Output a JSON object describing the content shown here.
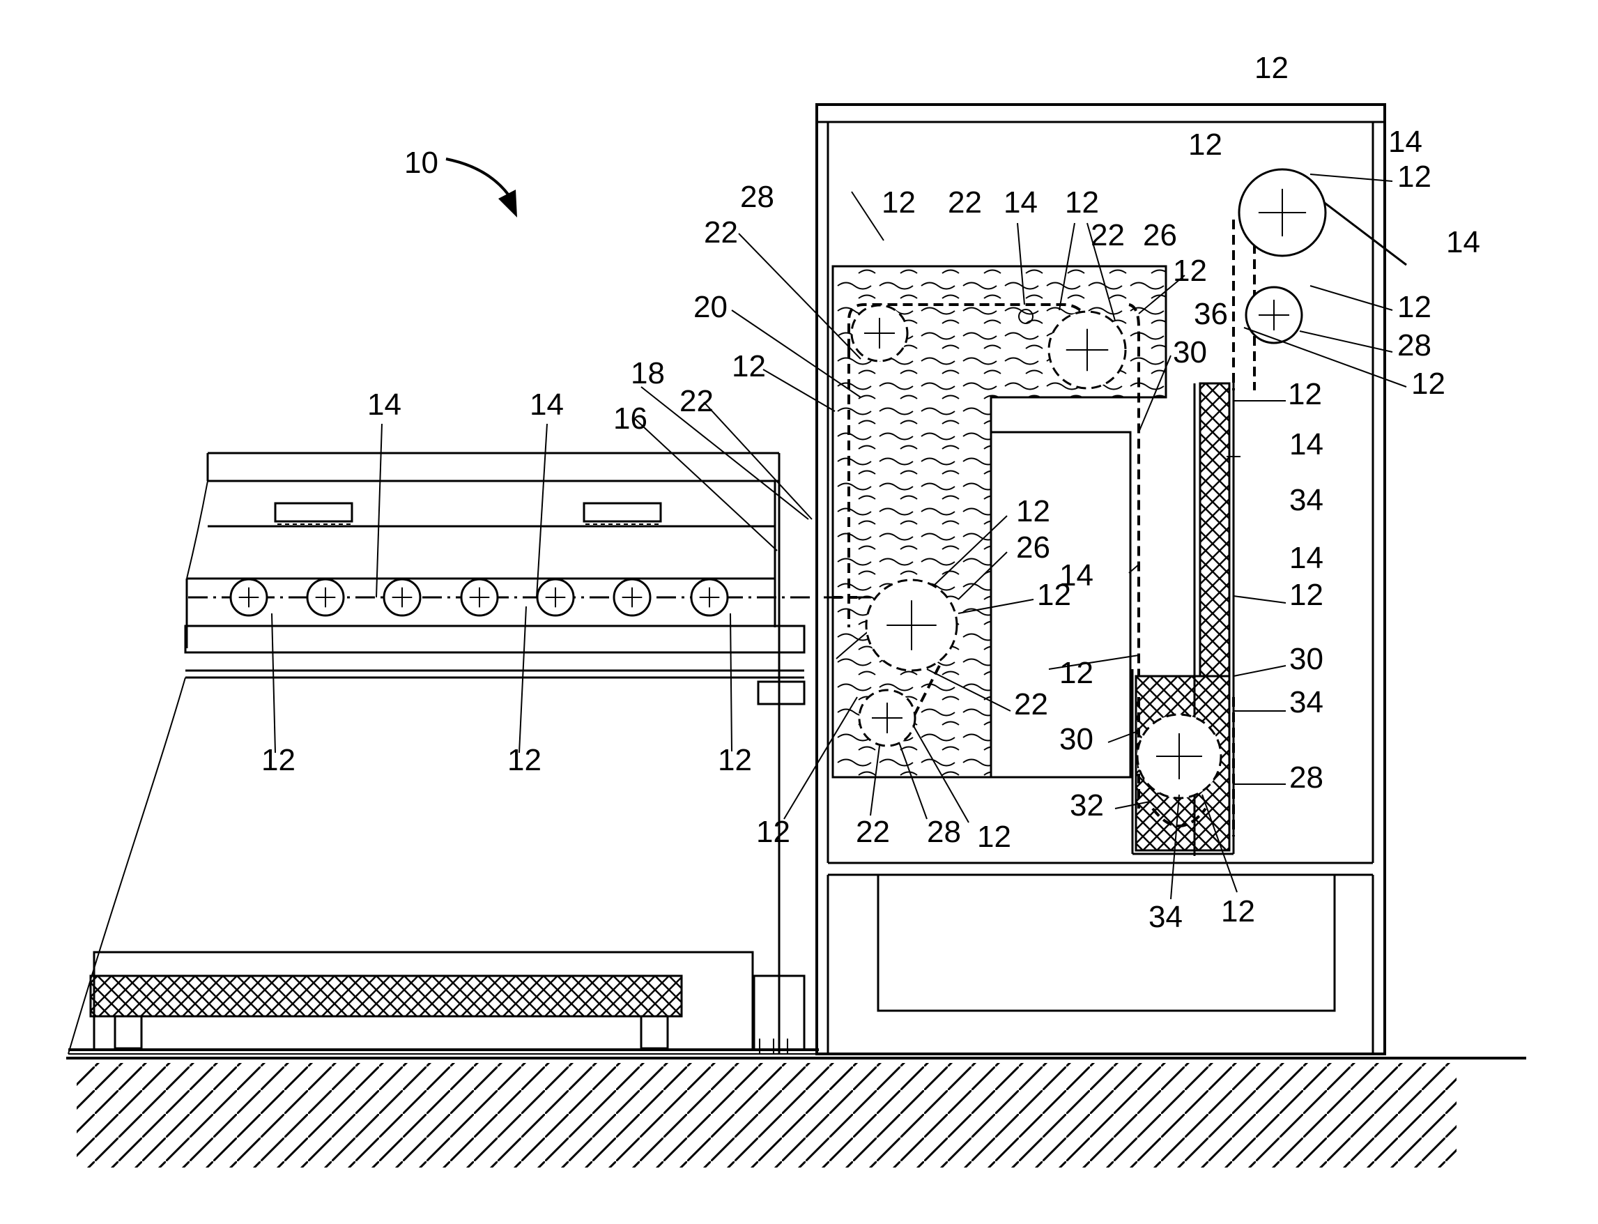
{
  "figure": {
    "reference_numerals": {
      "apparatus": "10",
      "fiber": "12",
      "traveling_path": "14",
      "element_16": "16",
      "element_18": "18",
      "liquid_bath": "20",
      "roller": "22",
      "drive_roller": "26",
      "idler_roller": "28",
      "element_30": "30",
      "element_32": "32",
      "element_34": "34",
      "element_36": "36"
    }
  }
}
